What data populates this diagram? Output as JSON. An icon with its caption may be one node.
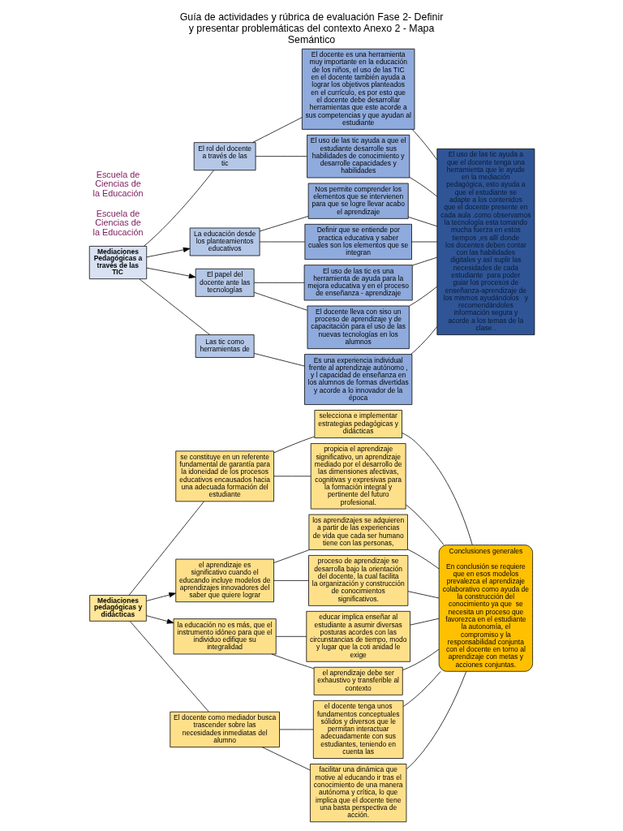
{
  "diagram": {
    "title": "Guía de actividades y rúbrica de evaluación Fase 2- Definir y presentar problemáticas del contexto Anexo 2 - Mapa Semántico",
    "nodes": [
      {
        "text": [
          "Mediaciones pedagógicas y didácticas"
        ]
      },
      {
        "text": [
          "se constituye en un referente fundamental de garantía para la idoneidad de los procesos educativos encausados hacia una adecuada formación del estudiante"
        ]
      },
      {
        "text": [
          "el aprendizaje es significativo cuando el educando incluye modelos de aprendizajes innovadores del saber que quiere lograr"
        ]
      },
      {
        "text": [
          "la educación no es más, que el instrumento idóneo para que el individuo edifique su integralidad"
        ]
      },
      {
        "text": [
          "El docente como mediador busca trascender sobre las necesidades inmediatas del alumno"
        ]
      },
      {
        "text": [
          "selecciona e implementar estrategias pedagógicas y didácticas"
        ]
      },
      {
        "text": [
          "propicia el aprendizaje significativo, un aprendizaje mediado por el desarrollo de las dimensiones afectivas, cognitivas y expresivas para la formación integral y pertinente del futuro profesional."
        ]
      },
      {
        "text": [
          "los aprendizajes se adquieren a partir de las experiencias de vida que cada ser humano tiene con las personas,"
        ]
      },
      {
        "text": [
          "proceso de aprendizaje se desarrolla bajo la orientación del docente, la cual facilita la organización y construcción de conocimientos significativos."
        ]
      },
      {
        "text": [
          "educar implica enseñar al estudiante a asumir diversas posturas acordes con las circunstancias de tiempo, modo y lugar que la coti anidad le exige"
        ]
      },
      {
        "text": [
          "el aprendizaje debe ser exhaustivo y transferible al contexto"
        ]
      },
      {
        "text": [
          "el docente tenga unos fundamentos conceptuales sólidos y diversos que le permitan interactuar adecuadamente con sus estudiantes, teniendo en cuenta las"
        ]
      },
      {
        "text": [
          "facilitar una dinámica que motive al educando ir tras el conocimiento de una manera autónoma y crítica, lo que implica que el docente tiene una basta perspectiva de acción."
        ]
      },
      {
        "text": [
          "Conclusiones generales",
          "En conclusión se requiere que en esos modelos prevalezca el aprendizaje colaborativo como ayuda de la construcción del conocimiento ya que  se necesita un proceso que favorezca en el estudiante la autonomía, el compromiso y la responsabilidad conjunta con el docente en torno al aprendizaje con metas y acciones conjuntas."
        ]
      },
      {
        "text": [
          "Mediaciones Pedagógicas a través de las TIC"
        ]
      },
      {
        "text": [
          "El rol del docente a través de las tic"
        ]
      },
      {
        "text": [
          "La educación desde los planteamientos educativos"
        ]
      },
      {
        "text": [
          "El papel del docente ante las tecnologías"
        ]
      },
      {
        "text": [
          "Las tic como herramientas de"
        ]
      },
      {
        "text": [
          "El docente es una herramienta muy importante en la educación de los niños, el uso de las TIC en el docente también ayuda a lograr los objetivos planteados en el currículo, es por esto que el docente debe desarrollar herramientas que este acorde a sus competencias y que ayudan al estudiante"
        ]
      },
      {
        "text": [
          "El uso de las tic ayuda a que el estudiante desarrolle sus habilidades de conocimiento y desarrolle capacidades y habilidades"
        ]
      },
      {
        "text": [
          "Nos permite comprender los elementos que se intervienen para que se logre llevar acabo el aprendizaje"
        ]
      },
      {
        "text": [
          "Definir que se entiende por practica educativa y saber cuales son los elementos que se integran"
        ]
      },
      {
        "text": [
          "El uso de las tic es una herramienta de ayuda para la mejora educativa y en el proceso de enseñanza - aprendizaje"
        ]
      },
      {
        "text": [
          "El docente lleva con siso un proceso de aprendizaje y de capacitación para el uso de las nuevas tecnologías en los alumnos"
        ]
      },
      {
        "text": [
          "Es una experiencia individual frente al aprendizaje autónomo , y l capacidad de enseñanza en los alumnos de formas divertidas y acorde a lo innovador de la época"
        ]
      },
      {
        "text": [
          "El uso de las tic ayuda a que el docente tenga una herramienta que le ayude en la mediación pedagógica, esto ayuda a que el estudiante se adapte a los contenidos que el docente presente en cada aula .como observamos la tecnología esta tomando mucha fuerza en estos tiempos ,es allí donde  los docentes deben contar con las habilidades digitales y así suplir las necesidades de cada estudiante  para poder guiar los procesos de enseñanza-aprendizaje de los mismos ayudándolos   y recomendándoles información segura y acorde a los temas de la clase ."
        ]
      }
    ],
    "edges": [
      {
        "from": 0,
        "to": 1,
        "arrow": "none"
      },
      {
        "from": 0,
        "to": 2,
        "arrow": "to"
      },
      {
        "from": 0,
        "to": 3,
        "arrow": "to"
      },
      {
        "from": 0,
        "to": 4,
        "arrow": "none"
      },
      {
        "from": 1,
        "to": 5,
        "arrow": "none"
      },
      {
        "from": 1,
        "to": 6,
        "arrow": "none"
      },
      {
        "from": 2,
        "to": 7,
        "arrow": "none"
      },
      {
        "from": 2,
        "to": 8,
        "arrow": "none"
      },
      {
        "from": 3,
        "to": 9,
        "arrow": "none"
      },
      {
        "from": 3,
        "to": 10,
        "arrow": "none"
      },
      {
        "from": 4,
        "to": 11,
        "arrow": "none"
      },
      {
        "from": 4,
        "to": 12,
        "arrow": "none"
      },
      {
        "from": 5,
        "to": 13,
        "arrow": "none"
      },
      {
        "from": 6,
        "to": 13,
        "arrow": "none"
      },
      {
        "from": 7,
        "to": 13,
        "arrow": "none"
      },
      {
        "from": 8,
        "to": 13,
        "arrow": "none"
      },
      {
        "from": 9,
        "to": 13,
        "arrow": "none"
      },
      {
        "from": 10,
        "to": 13,
        "arrow": "none"
      },
      {
        "from": 11,
        "to": 13,
        "arrow": "none"
      },
      {
        "from": 12,
        "to": 13,
        "arrow": "none"
      },
      {
        "from": 14,
        "to": 15,
        "arrow": "none"
      },
      {
        "from": 14,
        "to": 16,
        "arrow": "to"
      },
      {
        "from": 14,
        "to": 17,
        "arrow": "to"
      },
      {
        "from": 14,
        "to": 18,
        "arrow": "none"
      },
      {
        "from": 15,
        "to": 19,
        "arrow": "none"
      },
      {
        "from": 15,
        "to": 20,
        "arrow": "none"
      },
      {
        "from": 16,
        "to": 21,
        "arrow": "none"
      },
      {
        "from": 16,
        "to": 22,
        "arrow": "none"
      },
      {
        "from": 17,
        "to": 23,
        "arrow": "none"
      },
      {
        "from": 17,
        "to": 24,
        "arrow": "none"
      },
      {
        "from": 18,
        "to": 25,
        "arrow": "none"
      },
      {
        "from": 19,
        "to": 26,
        "arrow": "none"
      },
      {
        "from": 20,
        "to": 26,
        "arrow": "none"
      },
      {
        "from": 21,
        "to": 26,
        "arrow": "none"
      },
      {
        "from": 22,
        "to": 26,
        "arrow": "none"
      },
      {
        "from": 23,
        "to": 26,
        "arrow": "none"
      },
      {
        "from": 24,
        "to": 26,
        "arrow": "none"
      },
      {
        "from": 25,
        "to": 26,
        "arrow": "none"
      }
    ],
    "labels": [
      "Escuela de Ciencias de la Educación",
      "Escuela de Ciencias de la Educación"
    ]
  }
}
